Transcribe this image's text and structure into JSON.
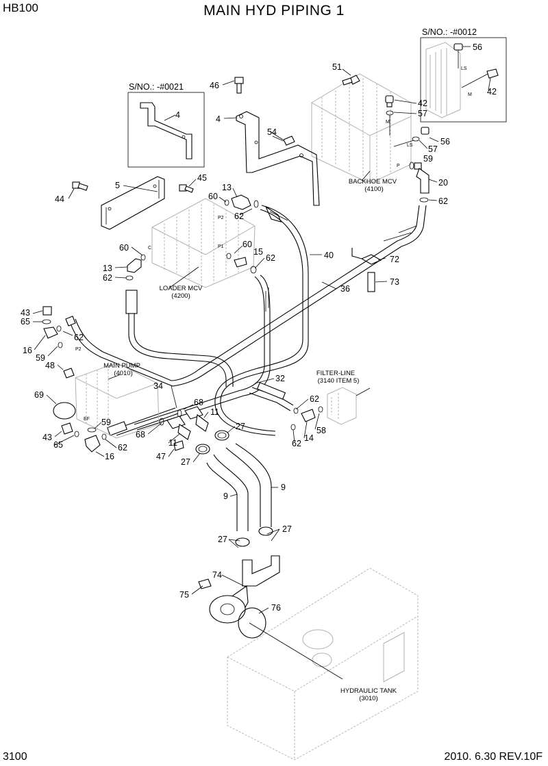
{
  "header": {
    "model": "HB100",
    "title": "MAIN HYD PIPING 1"
  },
  "footer": {
    "page": "3100",
    "revision": "2010. 6.30  REV.10F"
  },
  "captions": {
    "sno_left": "S/NO.: -#0021",
    "sno_right": "S/NO.: -#0012",
    "backhoe_mcv": "BACKHOE MCV",
    "backhoe_mcv_ref": "(4100)",
    "loader_mcv": "LOADER MCV",
    "loader_mcv_ref": "(4200)",
    "main_pump": "MAIN PUMP",
    "main_pump_ref": "(4010)",
    "filter_line": "FILTER-LINE",
    "filter_line_ref": "(3140 ITEM 5)",
    "hydraulic_tank": "HYDRAULIC TANK",
    "hydraulic_tank_ref": "(3010)"
  },
  "ports": {
    "ls": "LS",
    "m": "M",
    "p": "P",
    "p1": "P1",
    "p2": "P2",
    "c": "C",
    "ef": "EF"
  },
  "part_labels": {
    "p51": "51",
    "p46": "46",
    "p4a": "4",
    "p4b": "4",
    "p54": "54",
    "p42a": "42",
    "p57a": "57",
    "p56a": "56",
    "p57b": "57",
    "p59a": "59",
    "p20": "20",
    "p62a": "62",
    "p56b": "56",
    "p42b": "42",
    "p5": "5",
    "p45": "45",
    "p44": "44",
    "p13a": "13",
    "p60a": "60",
    "p62b": "62",
    "p60b": "60",
    "p15": "15",
    "p62c": "62",
    "p60c": "60",
    "p13b": "13",
    "p62d": "62",
    "p40": "40",
    "p72": "72",
    "p73": "73",
    "p36": "36",
    "p43a": "43",
    "p65a": "65",
    "p62e": "62",
    "p16a": "16",
    "p59b": "59",
    "p48": "48",
    "p69": "69",
    "p34": "34",
    "p32": "32",
    "p62f": "62",
    "p58": "58",
    "p14": "14",
    "p62g": "62",
    "p68a": "68",
    "p11a": "11",
    "p27a": "27",
    "p59c": "59",
    "p68b": "68",
    "p11b": "11",
    "p43b": "43",
    "p65b": "65",
    "p62h": "62",
    "p16b": "16",
    "p47": "47",
    "p27b": "27",
    "p9a": "9",
    "p9b": "9",
    "p27c": "27",
    "p27d": "27",
    "p74": "74",
    "p75": "75",
    "p76": "76"
  }
}
